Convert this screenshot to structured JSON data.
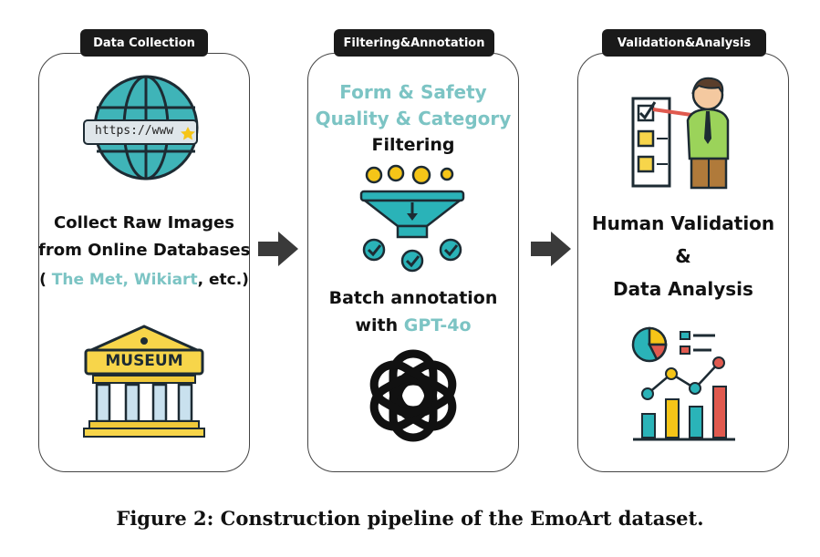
{
  "stages": [
    {
      "tag": "Data Collection",
      "url_text": "https://www",
      "desc": [
        "Collect Raw Images",
        "from Online Databases"
      ],
      "sources_pre": "(",
      "sources_highlight": "The Met, Wikiart",
      "sources_post": ", etc.)",
      "museum_label": "MUSEUM"
    },
    {
      "tag": "Filtering&Annotation",
      "criteria": [
        "Form & Safety",
        "Quality & Category"
      ],
      "filter_label": "Filtering",
      "annot_line1": "Batch annotation",
      "annot_pre": "with ",
      "annot_model": "GPT-4o"
    },
    {
      "tag": "Validation&Analysis",
      "lines": [
        "Human Validation",
        "&",
        "Data Analysis"
      ]
    }
  ],
  "caption": "Figure 2: Construction pipeline of the EmoArt dataset.",
  "colors": {
    "accent_teal": "#7cc4c4",
    "globe": "#3fb4b8",
    "museum_yellow": "#f7d54a",
    "check": "#2ab3b8",
    "coin": "#f5c518",
    "arrow": "#3a3a3a"
  }
}
